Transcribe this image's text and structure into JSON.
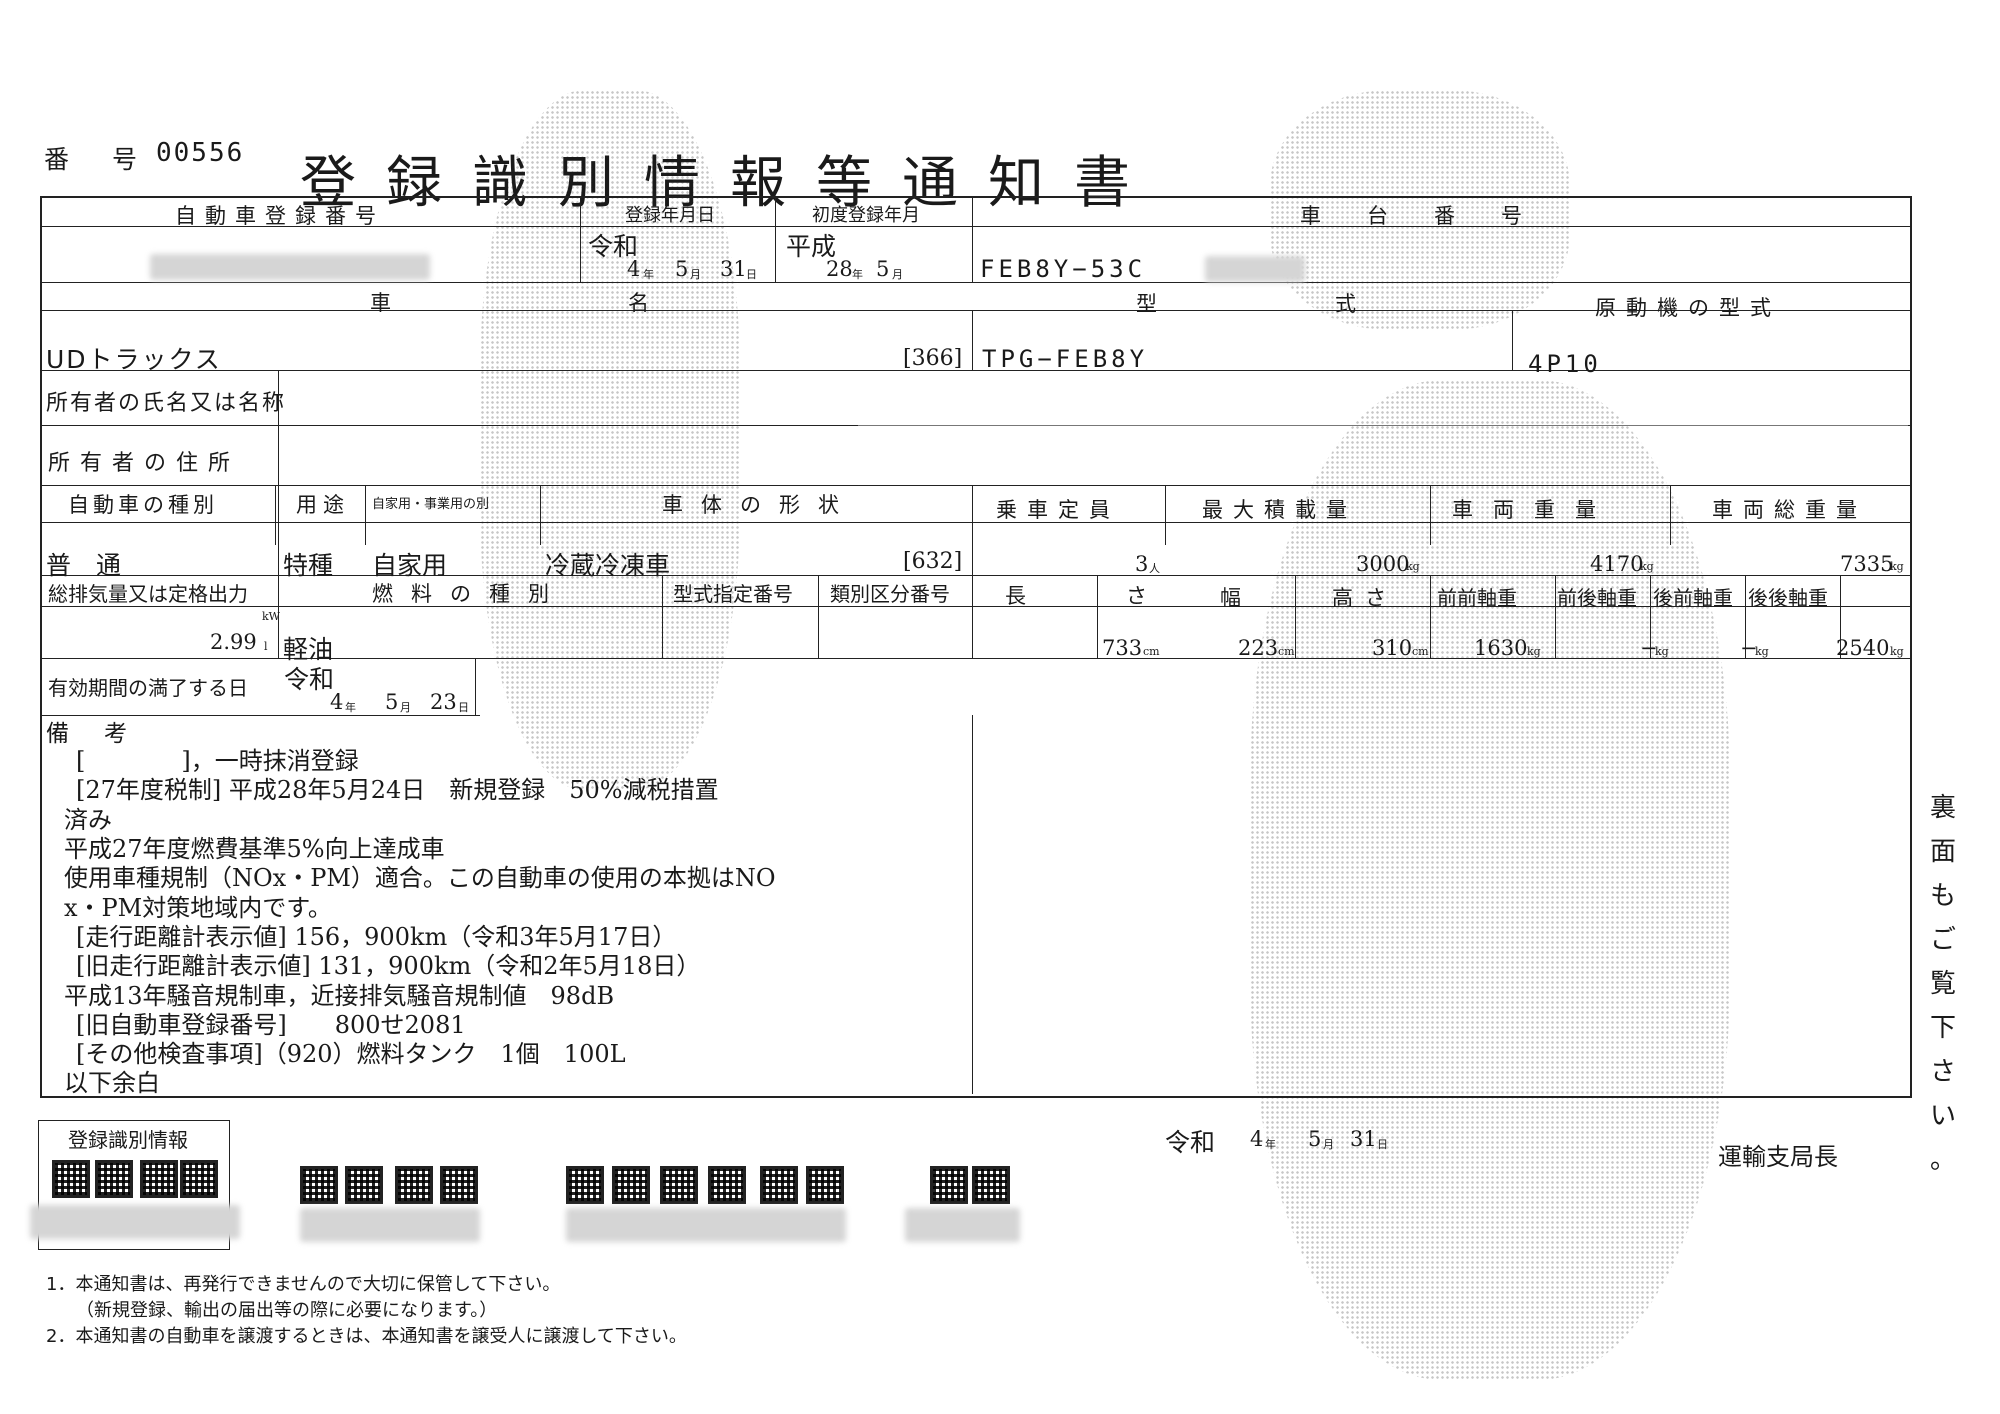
{
  "header": {
    "number_label": "番　号",
    "number_value": "00556",
    "title": "登録識別情報等通知書"
  },
  "row1": {
    "reg_number_label": "自動車登録番号",
    "reg_date_label": "登録年月日",
    "first_reg_label": "初度登録年月",
    "chassis_label": "車台番号",
    "reg_era": "令和",
    "reg_year": "4",
    "reg_month": "5",
    "reg_day": "31",
    "first_era": "平成",
    "first_year": "28",
    "first_month": "5",
    "chassis_value": "FEB8Y−53C",
    "unit_year": "年",
    "unit_month": "月",
    "unit_day": "日"
  },
  "row2": {
    "name_label_1": "車",
    "name_label_2": "名",
    "model_label_1": "型",
    "model_label_2": "式",
    "engine_label": "原動機の型式",
    "maker": "UDトラックス",
    "maker_code": "[366]",
    "model": "TPG−FEB8Y",
    "engine": "4P10"
  },
  "owner": {
    "name_label": "所有者の氏名又は名称",
    "address_label": "所有者の住所"
  },
  "row3": {
    "kind_label": "自動車の種別",
    "use_label": "用途",
    "private_label": "自家用・事業用の別",
    "body_label": "車体の形状",
    "capacity_label": "乗車定員",
    "load_label": "最大積載量",
    "weight_label": "車両重量",
    "gross_label": "車両総重量",
    "kind": "普　通",
    "use": "特種",
    "private": "自家用",
    "body": "冷蔵冷凍車",
    "body_code": "[632]",
    "capacity": "3",
    "capacity_unit": "人",
    "load": "3000",
    "weight": "4170",
    "gross": "7335",
    "kg": "kg"
  },
  "row4": {
    "displacement_label": "総排気量又は定格出力",
    "fuel_label": "燃料の種別",
    "type_no_label": "型式指定番号",
    "class_label": "類別区分番号",
    "length_label": "長さ",
    "width_label": "幅",
    "height_label": "高さ",
    "axle_labels": [
      "前前軸重",
      "前後軸重",
      "後前軸重",
      "後後軸重"
    ],
    "displacement": "2.99",
    "displacement_unit": "l",
    "kw_unit": "kW",
    "fuel": "軽油",
    "length": "733",
    "width": "223",
    "height": "310",
    "cm": "cm",
    "axle_ff": "1630",
    "axle_fr": "−",
    "axle_rf": "−",
    "axle_rr": "2540"
  },
  "expiry": {
    "label": "有効期間の満了する日",
    "era": "令和",
    "year": "4",
    "month": "5",
    "day": "23"
  },
  "remarks": {
    "label": "備　考",
    "lines": [
      "[　　　　]，一時抹消登録",
      "[27年度税制] 平成28年5月24日　新規登録　50%減税措置",
      "済み",
      "平成27年度燃費基準5%向上達成車",
      "使用車種規制（NOx・PM）適合。この自動車の使用の本拠はNO",
      "x・PM対策地域内です。",
      "[走行距離計表示値] 156，900km（令和3年5月17日）",
      "[旧走行距離計表示値] 131，900km（令和2年5月18日）",
      "平成13年騒音規制車，近接排気騒音規制値　98dB",
      "[旧自動車登録番号]　　800せ2081",
      "[その他検査事項]（920）燃料タンク　1個　100L",
      "以下余白"
    ]
  },
  "side_note": [
    "裏",
    "面",
    "も",
    "ご",
    "覧",
    "下",
    "さ",
    "い",
    "。"
  ],
  "footer": {
    "qr_label": "登録識別情報",
    "issue_era": "令和",
    "issue_year": "4",
    "issue_month": "5",
    "issue_day": "31",
    "issuer": "運輸支局長",
    "note1": "1．本通知書は、再発行できませんので大切に保管して下さい。",
    "note1b": "（新規登録、輸出の届出等の際に必要になります。）",
    "note2": "2．本通知書の自動車を譲渡するときは、本通知書を譲受人に譲渡して下さい。"
  }
}
